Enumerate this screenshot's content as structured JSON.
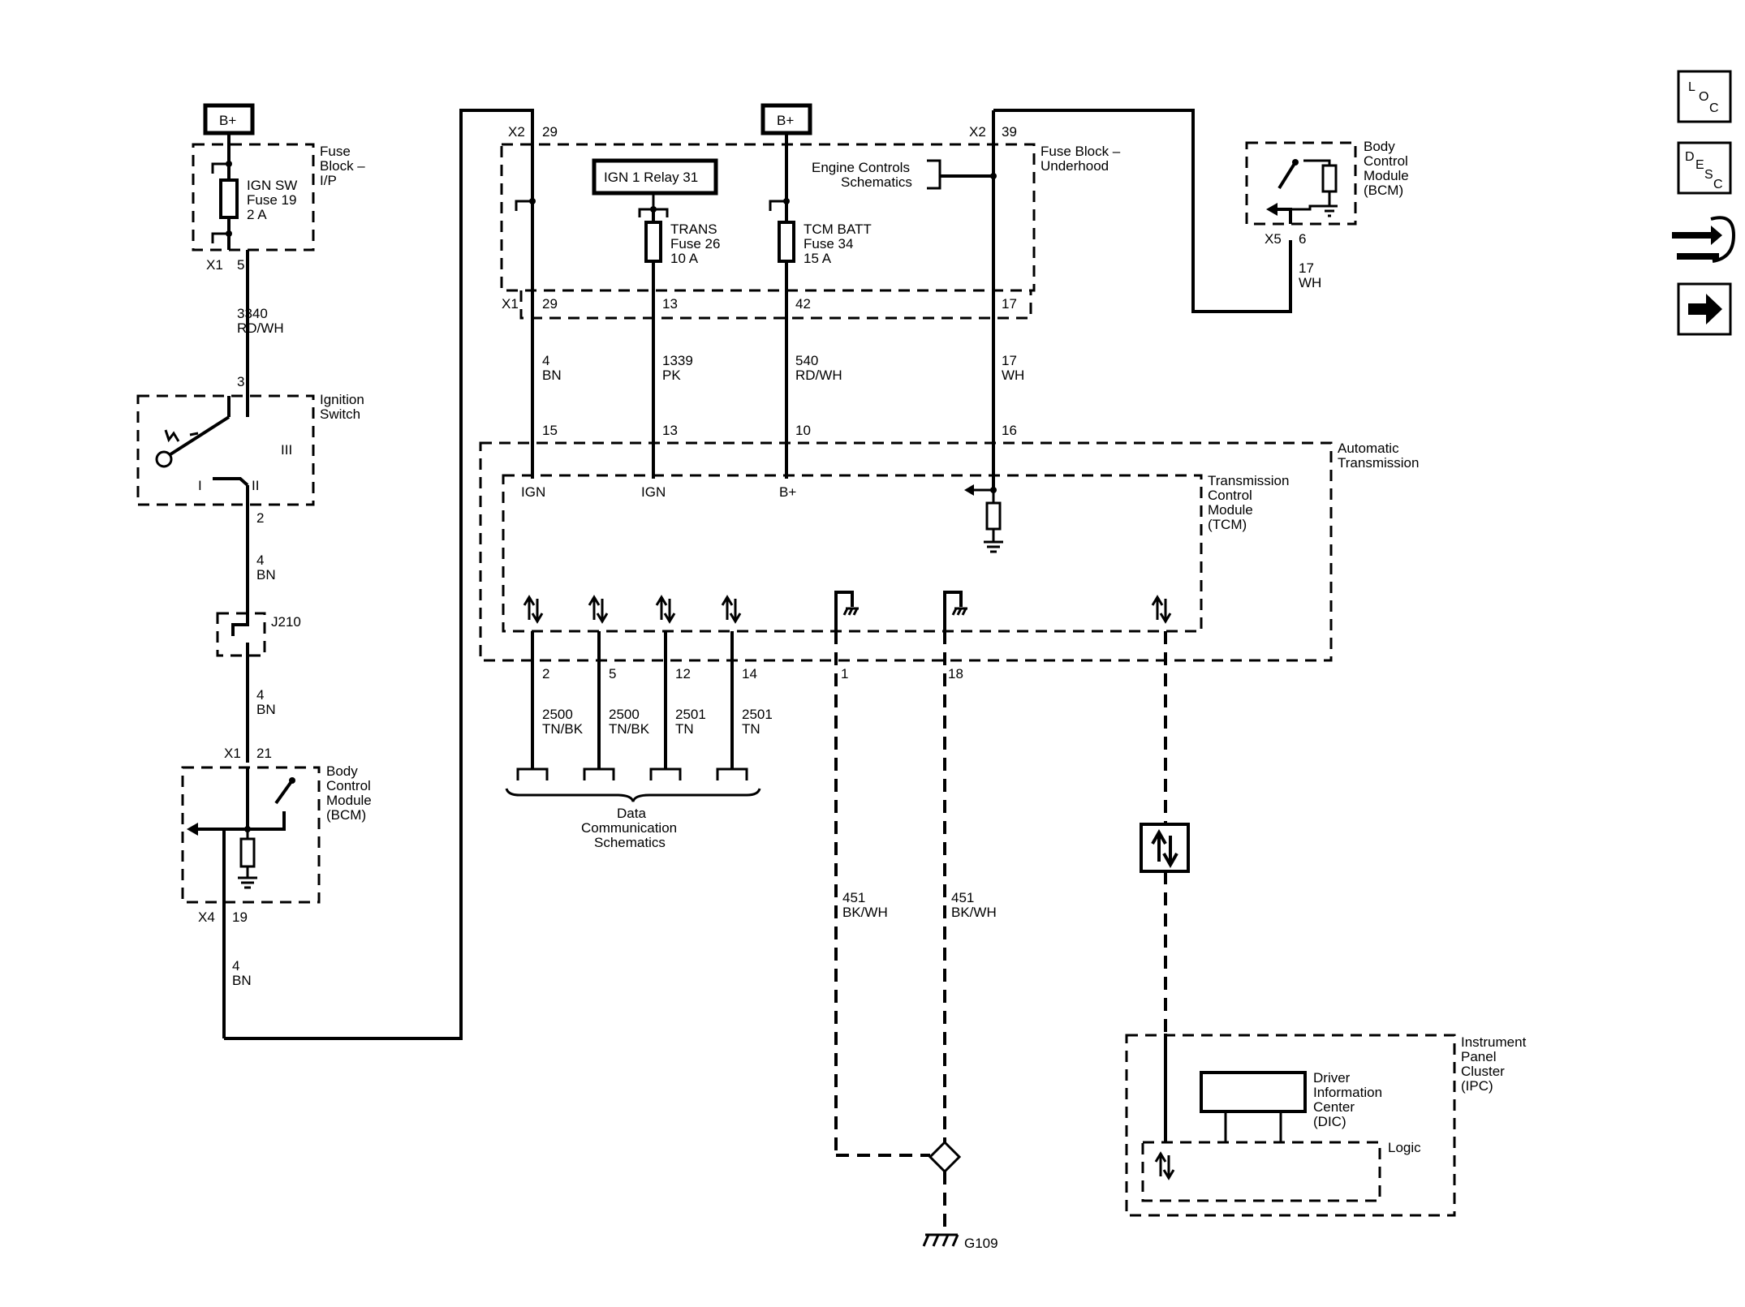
{
  "nav_icons": [
    {
      "name": "loc-icon",
      "text": "LOC"
    },
    {
      "name": "desc-icon",
      "text": "DESC"
    },
    {
      "name": "tool-hand-icon",
      "text": ""
    },
    {
      "name": "next-arrow-icon",
      "text": ""
    }
  ],
  "labels": {
    "bplus_left": "B+",
    "bplus_mid": "B+",
    "fuse_block_ip": [
      "Fuse",
      "Block –",
      "I/P"
    ],
    "ign_sw_fuse": [
      "IGN SW",
      "Fuse 19",
      "2 A"
    ],
    "x1_5": [
      "X1",
      "5"
    ],
    "w3340": [
      "3340",
      "RD/WH"
    ],
    "pin3": "3",
    "ignition_switch": [
      "Ignition",
      "Switch"
    ],
    "sw_I": "I",
    "sw_II": "II",
    "sw_III": "III",
    "pin2": "2",
    "w4bn_a": [
      "4",
      "BN"
    ],
    "j210": "J210",
    "w4bn_b": [
      "4",
      "BN"
    ],
    "x1_21": [
      "X1",
      "21"
    ],
    "bcm_left": [
      "Body",
      "Control",
      "Module",
      "(BCM)"
    ],
    "x4_19": [
      "X4",
      "19"
    ],
    "w4bn_c": [
      "4",
      "BN"
    ],
    "x2_29": [
      "X2",
      "29"
    ],
    "ign1_relay": "IGN 1 Relay 31",
    "trans_fuse": [
      "TRANS",
      "Fuse 26",
      "10 A"
    ],
    "tcm_batt_fuse": [
      "TCM BATT",
      "Fuse 34",
      "15 A"
    ],
    "engine_controls": [
      "Engine Controls",
      "Schematics"
    ],
    "x2_39": [
      "X2",
      "39"
    ],
    "fuse_block_uh": [
      "Fuse Block –",
      "Underhood"
    ],
    "x1_row": [
      "X1",
      "29",
      "13",
      "42",
      "17"
    ],
    "w4bn_d": [
      "4",
      "BN"
    ],
    "w1339": [
      "1339",
      "PK"
    ],
    "w540": [
      "540",
      "RD/WH"
    ],
    "w17wh_a": [
      "17",
      "WH"
    ],
    "tcm_pins_top": [
      "15",
      "13",
      "10",
      "16"
    ],
    "tcm_pin_labels": [
      "IGN",
      "IGN",
      "B+"
    ],
    "auto_trans": [
      "Automatic",
      "Transmission"
    ],
    "tcm": [
      "Transmission",
      "Control",
      "Module",
      "(TCM)"
    ],
    "bcm_right": [
      "Body",
      "Control",
      "Module",
      "(BCM)"
    ],
    "x5_6": [
      "X5",
      "6"
    ],
    "w17wh_b": [
      "17",
      "WH"
    ],
    "tcm_pins_bottom": [
      "2",
      "5",
      "12",
      "14",
      "1",
      "18"
    ],
    "data_wires": [
      [
        "2500",
        "TN/BK"
      ],
      [
        "2500",
        "TN/BK"
      ],
      [
        "2501",
        "TN"
      ],
      [
        "2501",
        "TN"
      ]
    ],
    "data_comm": [
      "Data",
      "Communication",
      "Schematics"
    ],
    "w451_a": [
      "451",
      "BK/WH"
    ],
    "w451_b": [
      "451",
      "BK/WH"
    ],
    "g109": "G109",
    "ipc": [
      "Instrument",
      "Panel",
      "Cluster",
      "(IPC)"
    ],
    "dic": [
      "Driver",
      "Information",
      "Center",
      "(DIC)"
    ],
    "logic": "Logic"
  }
}
